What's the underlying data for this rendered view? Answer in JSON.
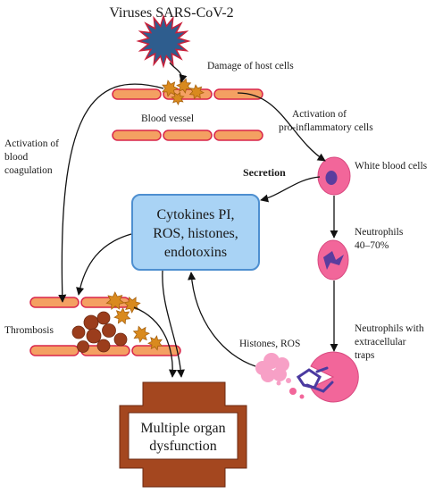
{
  "diagram": {
    "virus_label": "Viruses SARS-CoV-2",
    "damage_label": "Damage of host cells",
    "blood_vessel_label": "Blood vessel",
    "activation_proinflammatory": [
      "Activation of",
      "pro-inflammatory cells"
    ],
    "activation_coagulation": [
      "Activation of",
      "blood",
      "coagulation"
    ],
    "secretion_label": "Secretion",
    "white_blood_cells_label": "White blood cells",
    "cytokines_box": [
      "Cytokines PI,",
      "ROS, histones,",
      "endotoxins"
    ],
    "neutrophils_label": [
      "Neutrophils",
      "40–70%"
    ],
    "thrombosis_label": "Thrombosis",
    "histones_ros_label": "Histones, ROS",
    "neutrophils_traps_label": [
      "Neutrophils with",
      "extracellular",
      "traps"
    ],
    "outcome_box": [
      "Multiple organ",
      "dysfunction"
    ]
  },
  "colors": {
    "vessel_fill": "#f4a062",
    "vessel_border": "#d9254a",
    "platelet": "#d98a1e",
    "rbc": "#9b3d1c",
    "cell_pink": "#f2669a",
    "nucleus": "#5b3d9e",
    "box_fill": "#a9d3f5",
    "box_border": "#4e8fd0",
    "cross_fill": "#a4471f",
    "virus_fill": "#2e5d8e",
    "virus_border": "#c8203a"
  }
}
